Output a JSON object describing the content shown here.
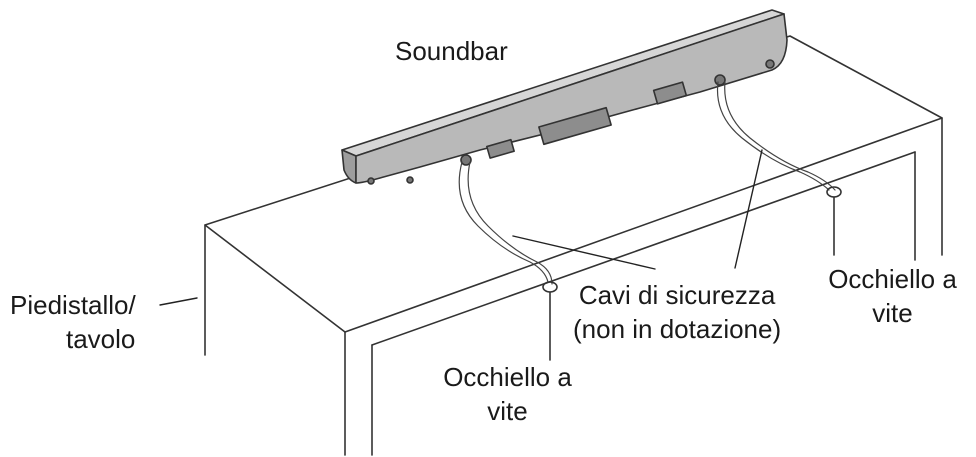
{
  "labels": {
    "soundbar": "Soundbar",
    "stand_line1": "Piedistallo/",
    "stand_line2": "tavolo",
    "cables_line1": "Cavi di sicurezza",
    "cables_line2": "(non in dotazione)",
    "eyelet_left_line1": "Occhiello a",
    "eyelet_left_line2": "vite",
    "eyelet_right_line1": "Occhiello a",
    "eyelet_right_line2": "vite"
  },
  "colors": {
    "line": "#333333",
    "soundbar_fill": "#b9b9b9",
    "soundbar_top": "#d6d6d6",
    "text": "#1a1a1a"
  }
}
